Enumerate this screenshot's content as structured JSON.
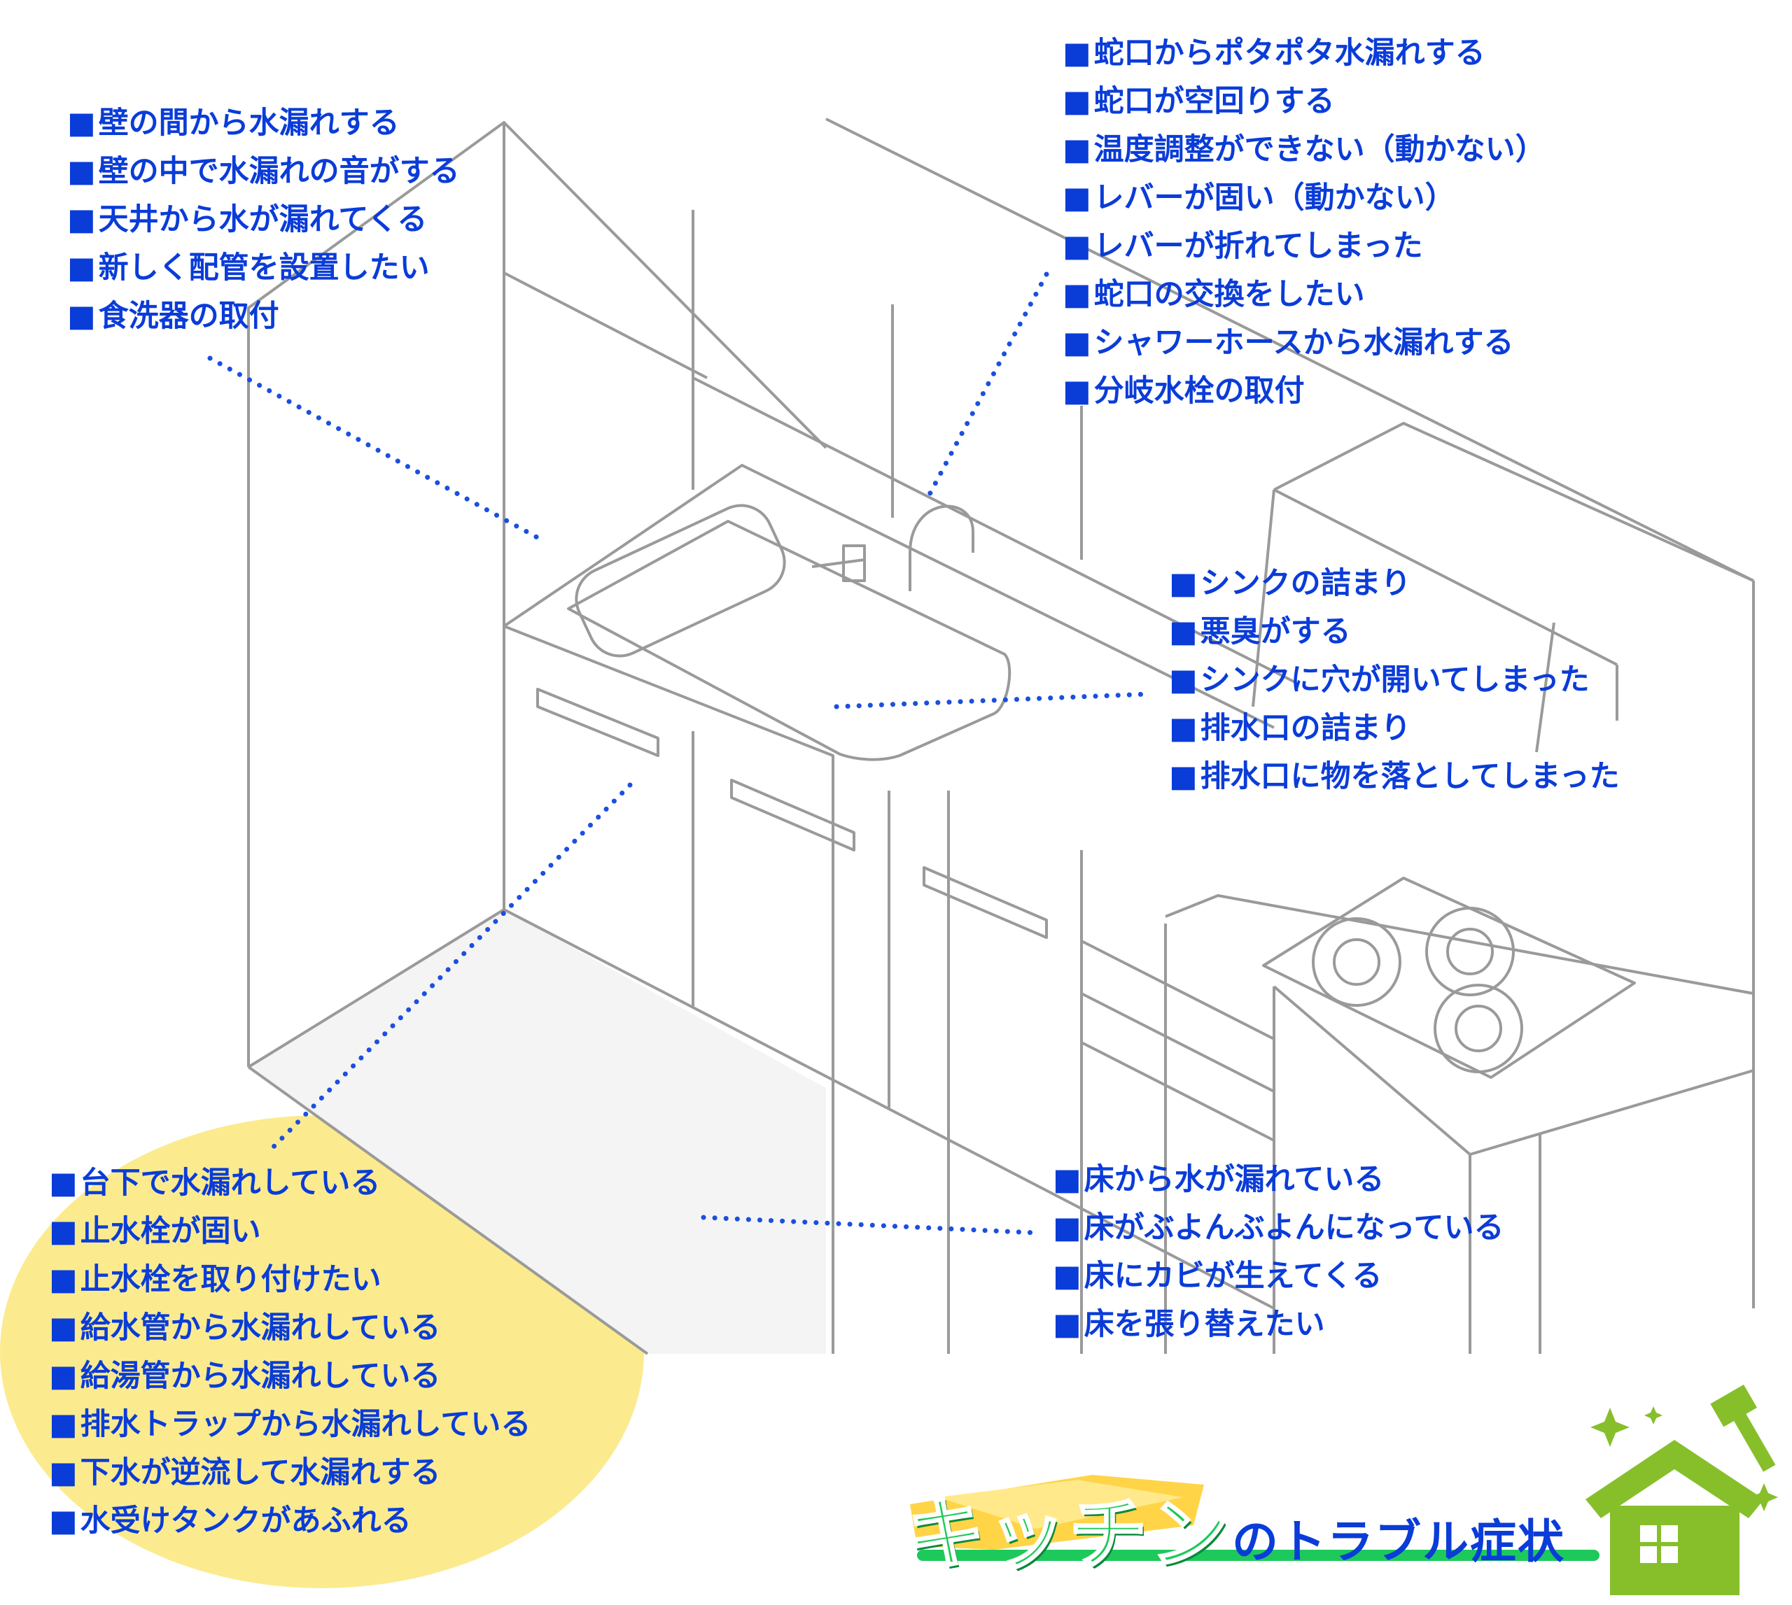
{
  "labels": {
    "wall": [
      "壁の間から水漏れする",
      "壁の中で水漏れの音がする",
      "天井から水が漏れてくる",
      "新しく配管を設置したい",
      "食洗器の取付"
    ],
    "faucet": [
      "蛇口からポタポタ水漏れする",
      "蛇口が空回りする",
      "温度調整ができない（動かない）",
      "レバーが固い（動かない）",
      "レバーが折れてしまった",
      "蛇口の交換をしたい",
      "シャワーホースから水漏れする",
      "分岐水栓の取付"
    ],
    "sink": [
      "シンクの詰まり",
      "悪臭がする",
      "シンクに穴が開いてしまった",
      "排水口の詰まり",
      "排水口に物を落としてしまった"
    ],
    "under_counter": [
      "台下で水漏れしている",
      "止水栓が固い",
      "止水栓を取り付けたい",
      "給水管から水漏れしている",
      "給湯管から水漏れしている",
      "排水トラップから水漏れしている",
      "下水が逆流して水漏れする",
      "水受けタンクがあふれる"
    ],
    "floor": [
      "床から水が漏れている",
      "床がぶよんぶよんになっている",
      "床にカビが生えてくる",
      "床を張り替えたい"
    ]
  },
  "title": {
    "main": "キッチン",
    "sub": "のトラブル症状"
  },
  "colors": {
    "label_text": "#0a3cd8",
    "leader_line": "#1a4fe0",
    "under_counter_bubble": "#fbeb8e",
    "title_main": "#1ec95b",
    "house_icon": "#86bf2a",
    "line_art": "#9a9a9a"
  },
  "icons": [
    "house-icon",
    "hammer-icon",
    "sparkle-icon"
  ]
}
